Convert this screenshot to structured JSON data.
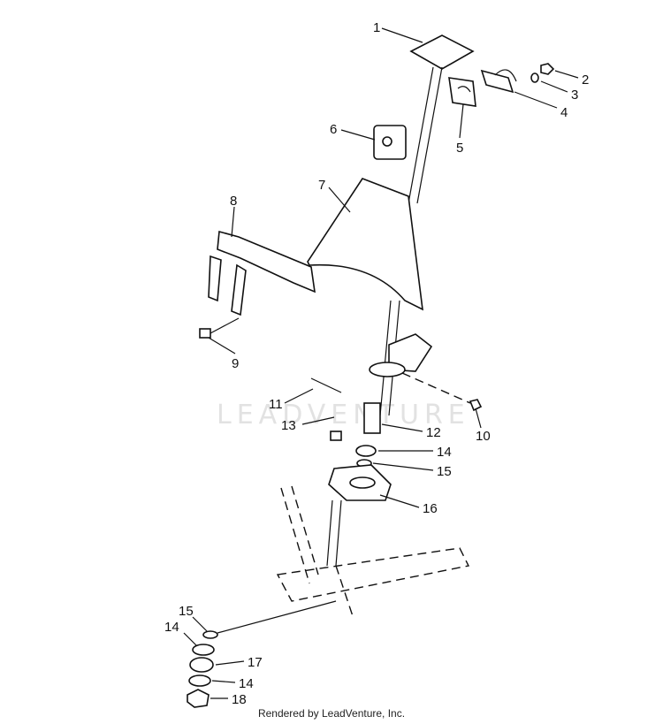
{
  "watermark": "LEADVENTURE",
  "footer_text": "Rendered by LeadVenture, Inc.",
  "callouts": [
    {
      "id": "c1",
      "label": "1"
    },
    {
      "id": "c2",
      "label": "2"
    },
    {
      "id": "c3",
      "label": "3"
    },
    {
      "id": "c4",
      "label": "4"
    },
    {
      "id": "c5",
      "label": "5"
    },
    {
      "id": "c6",
      "label": "6"
    },
    {
      "id": "c7",
      "label": "7"
    },
    {
      "id": "c8",
      "label": "8"
    },
    {
      "id": "c9",
      "label": "9"
    },
    {
      "id": "c10",
      "label": "10"
    },
    {
      "id": "c11",
      "label": "11"
    },
    {
      "id": "c12",
      "label": "12"
    },
    {
      "id": "c13",
      "label": "13"
    },
    {
      "id": "c14a",
      "label": "14"
    },
    {
      "id": "c15a",
      "label": "15"
    },
    {
      "id": "c16",
      "label": "16"
    },
    {
      "id": "c15b",
      "label": "15"
    },
    {
      "id": "c14b",
      "label": "14"
    },
    {
      "id": "c17",
      "label": "17"
    },
    {
      "id": "c14c",
      "label": "14"
    },
    {
      "id": "c18",
      "label": "18"
    }
  ]
}
